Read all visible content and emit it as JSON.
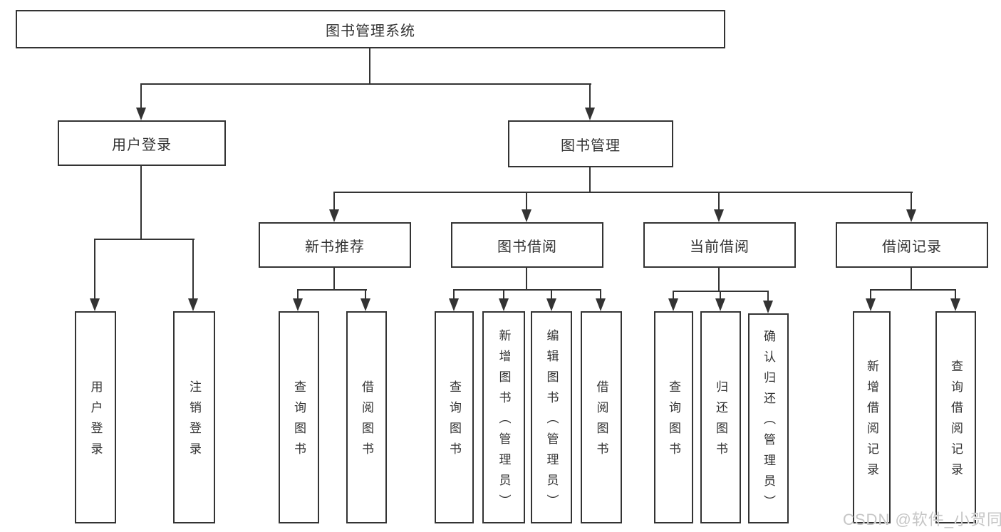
{
  "diagram": {
    "root": {
      "label": "图书管理系统"
    },
    "branches": [
      {
        "label": "用户登录",
        "children": [
          {
            "label": "用户登录"
          },
          {
            "label": "注销登录"
          }
        ]
      },
      {
        "label": "图书管理",
        "children": [
          {
            "label": "新书推荐",
            "children": [
              {
                "label": "查询图书"
              },
              {
                "label": "借阅图书"
              }
            ]
          },
          {
            "label": "图书借阅",
            "children": [
              {
                "label": "查询图书"
              },
              {
                "label": "新增图书（管理员）"
              },
              {
                "label": "编辑图书（管理员）"
              },
              {
                "label": "借阅图书"
              }
            ]
          },
          {
            "label": "当前借阅",
            "children": [
              {
                "label": "查询图书"
              },
              {
                "label": "归还图书"
              },
              {
                "label": "确认归还（管理员）"
              }
            ]
          },
          {
            "label": "借阅记录",
            "children": [
              {
                "label": "新增借阅记录"
              },
              {
                "label": "查询借阅记录"
              }
            ]
          }
        ]
      }
    ],
    "colors": {
      "line": "#333333",
      "text": "#333333",
      "watermark": "#c6c6c6",
      "background": "#ffffff"
    },
    "watermark": "CSDN @软件_小贺同学"
  }
}
